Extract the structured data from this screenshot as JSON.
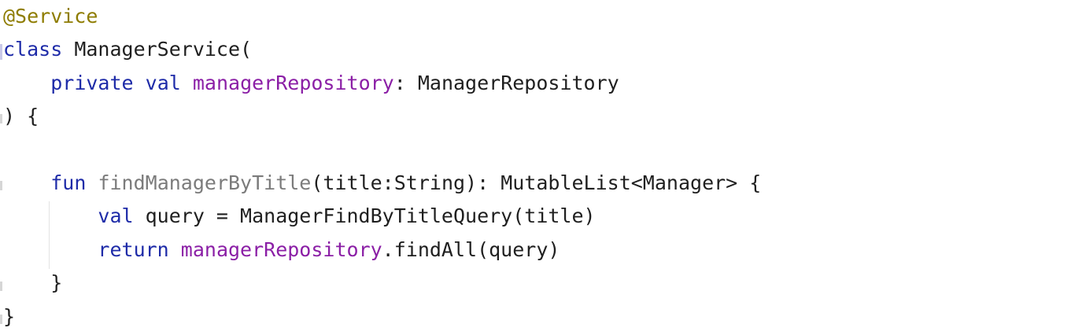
{
  "editor": {
    "lines": [
      [
        {
          "t": "@Service",
          "c": "ann"
        }
      ],
      [
        {
          "t": "class",
          "c": "kw"
        },
        {
          "t": " ManagerService(",
          "c": "plain"
        }
      ],
      [
        {
          "t": "    ",
          "c": "plain"
        },
        {
          "t": "private",
          "c": "kw"
        },
        {
          "t": " ",
          "c": "plain"
        },
        {
          "t": "val",
          "c": "kw"
        },
        {
          "t": " ",
          "c": "plain"
        },
        {
          "t": "managerRepository",
          "c": "prop"
        },
        {
          "t": ": ManagerRepository",
          "c": "plain"
        }
      ],
      [
        {
          "t": ") {",
          "c": "plain"
        }
      ],
      [
        {
          "t": "",
          "c": "plain"
        }
      ],
      [
        {
          "t": "    ",
          "c": "plain"
        },
        {
          "t": "fun",
          "c": "kw"
        },
        {
          "t": " ",
          "c": "plain"
        },
        {
          "t": "findManagerByTitle",
          "c": "fn-decl"
        },
        {
          "t": "(title:String): MutableList<Manager> {",
          "c": "plain"
        }
      ],
      [
        {
          "t": "        ",
          "c": "plain"
        },
        {
          "t": "val",
          "c": "kw"
        },
        {
          "t": " query = ManagerFindByTitleQuery(title)",
          "c": "plain"
        }
      ],
      [
        {
          "t": "        ",
          "c": "plain"
        },
        {
          "t": "return",
          "c": "kw"
        },
        {
          "t": " ",
          "c": "plain"
        },
        {
          "t": "managerRepository",
          "c": "prop"
        },
        {
          "t": ".findAll(query)",
          "c": "plain"
        }
      ],
      [
        {
          "t": "    }",
          "c": "plain"
        }
      ],
      [
        {
          "t": "}",
          "c": "plain"
        }
      ]
    ]
  },
  "colors": {
    "annotation": "#8e7c00",
    "keyword": "#1e2ba8",
    "property": "#8b1fa6",
    "function_declaration": "#7b7b7b",
    "plain": "#1f1f1f",
    "background": "#ffffff"
  }
}
